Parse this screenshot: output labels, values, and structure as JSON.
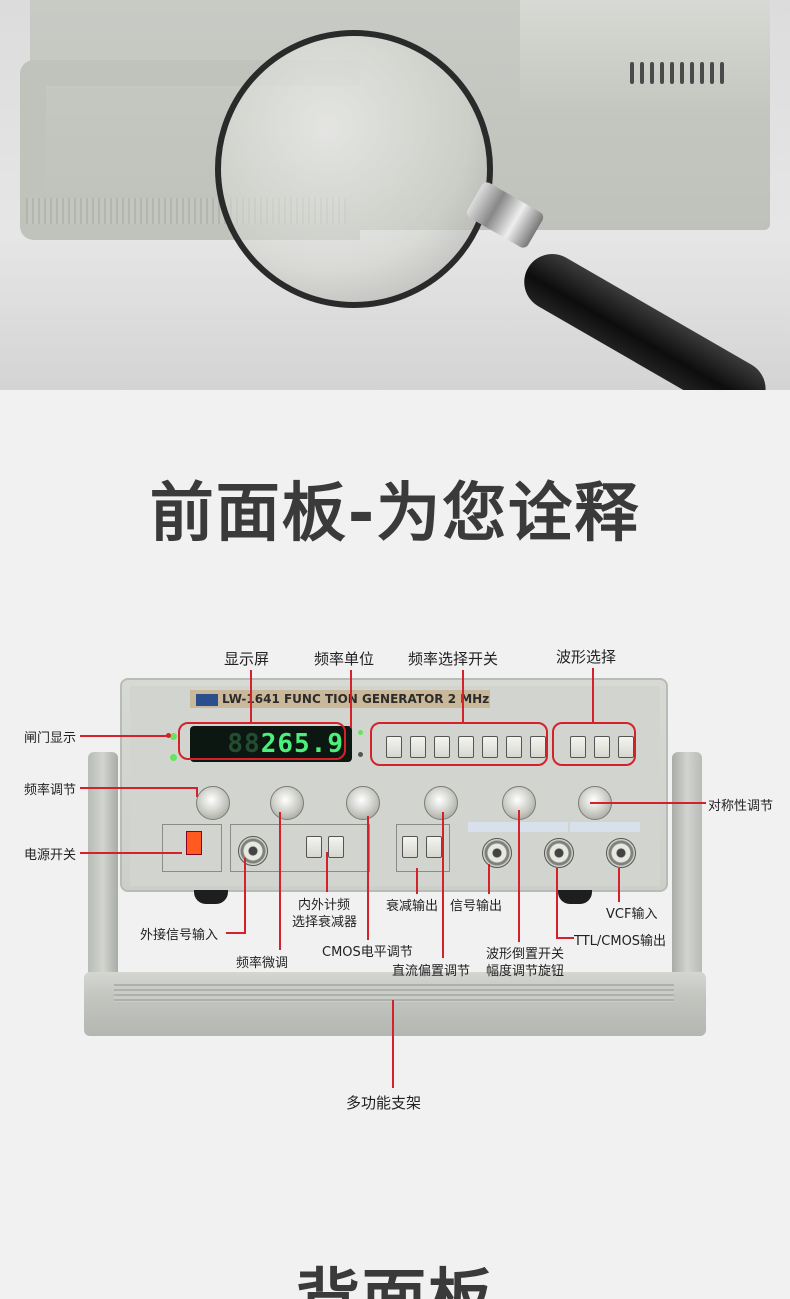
{
  "section_title": "前面板-为您诠释",
  "next_section_title": "背面板",
  "device": {
    "model_label": "LW-1641 FUNC TION GENERATOR 2 MHz",
    "display_value": "265.9",
    "display_leading": "88",
    "panel_labels": {}
  },
  "callouts": {
    "display": "显示屏",
    "freq_unit": "频率单位",
    "range_switch": "频率选择开关",
    "waveform": "波形选择",
    "gate": "闸门显示",
    "freq_adjust": "频率调节",
    "power": "电源开关",
    "symmetry": "对称性调节",
    "ext_input": "外接信号输入",
    "fine": "频率微调",
    "int_ext_line1": "内外计频",
    "int_ext_line2": "选择衰减器",
    "cmos": "CMOS电平调节",
    "dc_offset": "直流偏置调节",
    "att_out": "衰减输出",
    "signal_out": "信号输出",
    "inv_line1": "波形倒置开关",
    "inv_line2": "幅度调节旋钮",
    "ttl": "TTL/CMOS输出",
    "vcf": "VCF输入",
    "stand": "多功能支架"
  },
  "colors": {
    "accent_red": "#d4222a",
    "display_green": "#4bf07a",
    "power_orange": "#ff5a1f"
  },
  "icons": [
    "magnifier-icon",
    "bnc-connector-icon",
    "knob-icon"
  ]
}
